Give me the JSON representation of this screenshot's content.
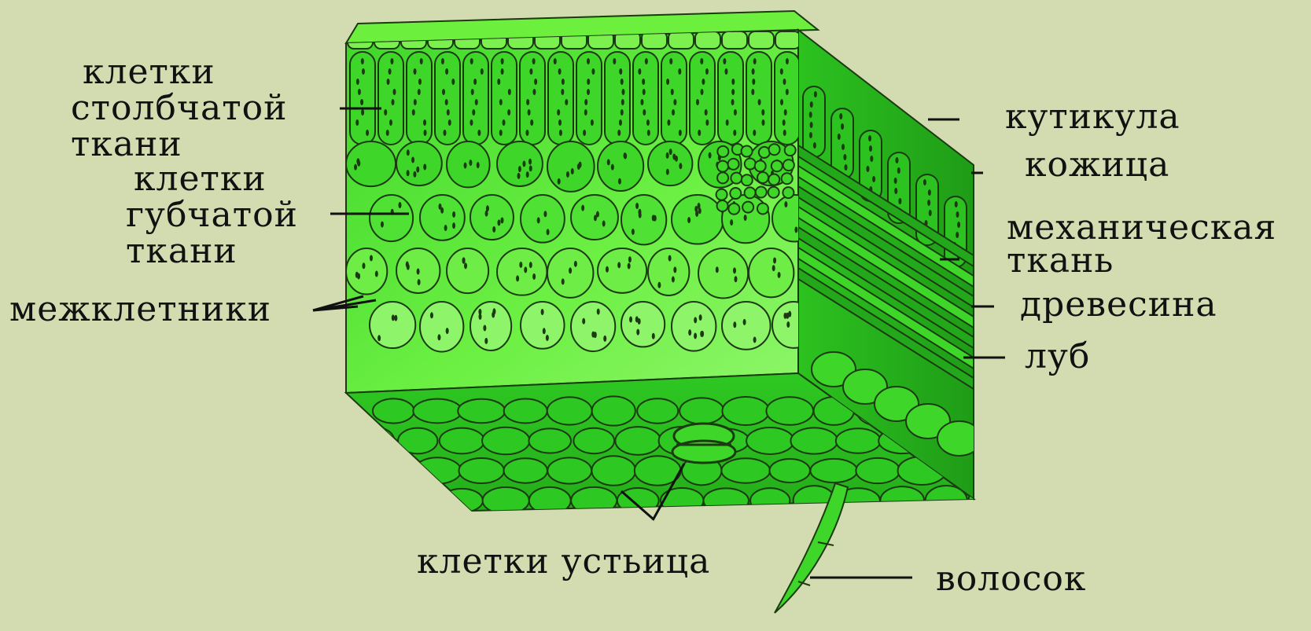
{
  "labels": {
    "palisade": [
      "клетки",
      "столбчатой",
      "ткани"
    ],
    "spongy": [
      "клетки",
      "губчатой",
      "ткани"
    ],
    "intercellular": "межклетники",
    "cuticle": "кутикула",
    "epidermis": "кожица",
    "mechanical": [
      "механическая",
      "ткань"
    ],
    "xylem": "древесина",
    "phloem": "луб",
    "stomata": "клетки устьица",
    "hair": "волосок"
  },
  "colors": {
    "background": "#d3dcb1",
    "tissue_light": "#7cf04e",
    "tissue_main": "#3fd62a",
    "tissue_dark": "#24a81b",
    "outline": "#1c3a12"
  }
}
